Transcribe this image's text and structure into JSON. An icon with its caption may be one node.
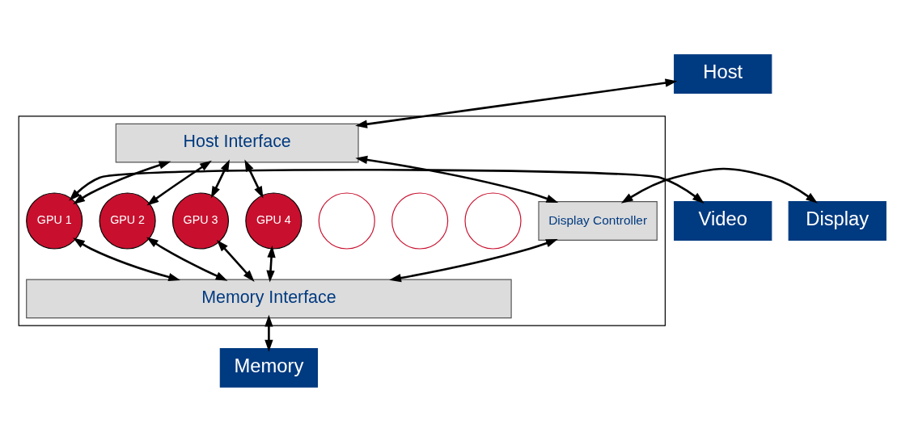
{
  "diagram": {
    "nodes": [
      {
        "text": [
          "Host"
        ]
      },
      {
        "text": [],
        "shape": "box"
      },
      {
        "text": [
          "Host Interface"
        ],
        "in": 1
      },
      {
        "text": [
          "Video"
        ]
      },
      {
        "text": [
          "GPU 1"
        ],
        "in": 1
      },
      {
        "text": [
          "GPU 2"
        ],
        "in": 1
      },
      {
        "text": [
          "GPU 3"
        ],
        "in": 1
      },
      {
        "text": [
          "GPU 4"
        ],
        "in": 1
      },
      {
        "text": [],
        "shape": "circle",
        "in": 1
      },
      {
        "text": [],
        "shape": "circle",
        "in": 1
      },
      {
        "text": [],
        "shape": "circle",
        "in": 1
      },
      {
        "text": [
          "Display Controller"
        ],
        "in": 1
      },
      {
        "text": [
          "Display"
        ]
      },
      {
        "text": [
          "Memory Interface"
        ],
        "in": 1
      },
      {
        "text": [
          "Memory"
        ]
      }
    ],
    "edges": [
      {
        "from": 0,
        "to": 2,
        "arrow": "both"
      },
      {
        "from": 2,
        "to": 4,
        "arrow": "both"
      },
      {
        "from": 2,
        "to": 5,
        "arrow": "both"
      },
      {
        "from": 2,
        "to": 6,
        "arrow": "both"
      },
      {
        "from": 2,
        "to": 7,
        "arrow": "both"
      },
      {
        "from": 2,
        "to": 11,
        "arrow": "both"
      },
      {
        "from": 3,
        "to": 4,
        "arrow": "both"
      },
      {
        "from": 11,
        "to": 12,
        "arrow": "both"
      },
      {
        "from": 4,
        "to": 13,
        "arrow": "both"
      },
      {
        "from": 5,
        "to": 13,
        "arrow": "both"
      },
      {
        "from": 6,
        "to": 13,
        "arrow": "both"
      },
      {
        "from": 7,
        "to": 13,
        "arrow": "both"
      },
      {
        "from": 11,
        "to": 13,
        "arrow": "both"
      },
      {
        "from": 13,
        "to": 14,
        "arrow": "both"
      }
    ]
  }
}
